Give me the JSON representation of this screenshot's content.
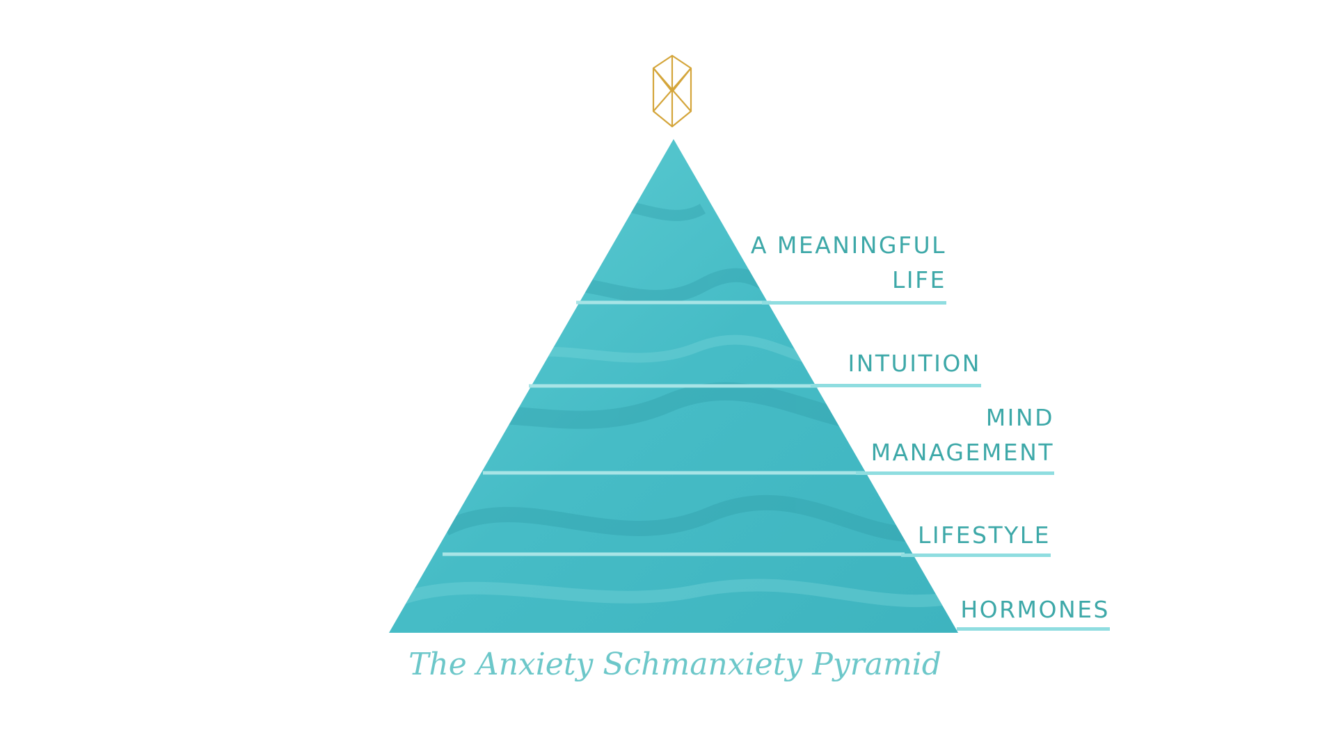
{
  "diagram": {
    "title": "The Anxiety Schmanxiety Pyramid",
    "levels": [
      {
        "label_lines": [
          "A MEANINGFUL",
          "LIFE"
        ]
      },
      {
        "label_lines": [
          "INTUITION"
        ]
      },
      {
        "label_lines": [
          "MIND",
          "MANAGEMENT"
        ]
      },
      {
        "label_lines": [
          "LIFESTYLE"
        ]
      },
      {
        "label_lines": [
          "HORMONES"
        ]
      }
    ],
    "top_icon": "gold-crystal-icon"
  },
  "colors": {
    "pyramid": "#4fc3cb",
    "pyramid_dark": "#3aaeb8",
    "divider": "#a8e4e6",
    "label_text": "#3da8a8",
    "leader_line": "#8fdde0",
    "caption_text": "#6cc7c9",
    "icon_gold": "#d4a53a"
  }
}
